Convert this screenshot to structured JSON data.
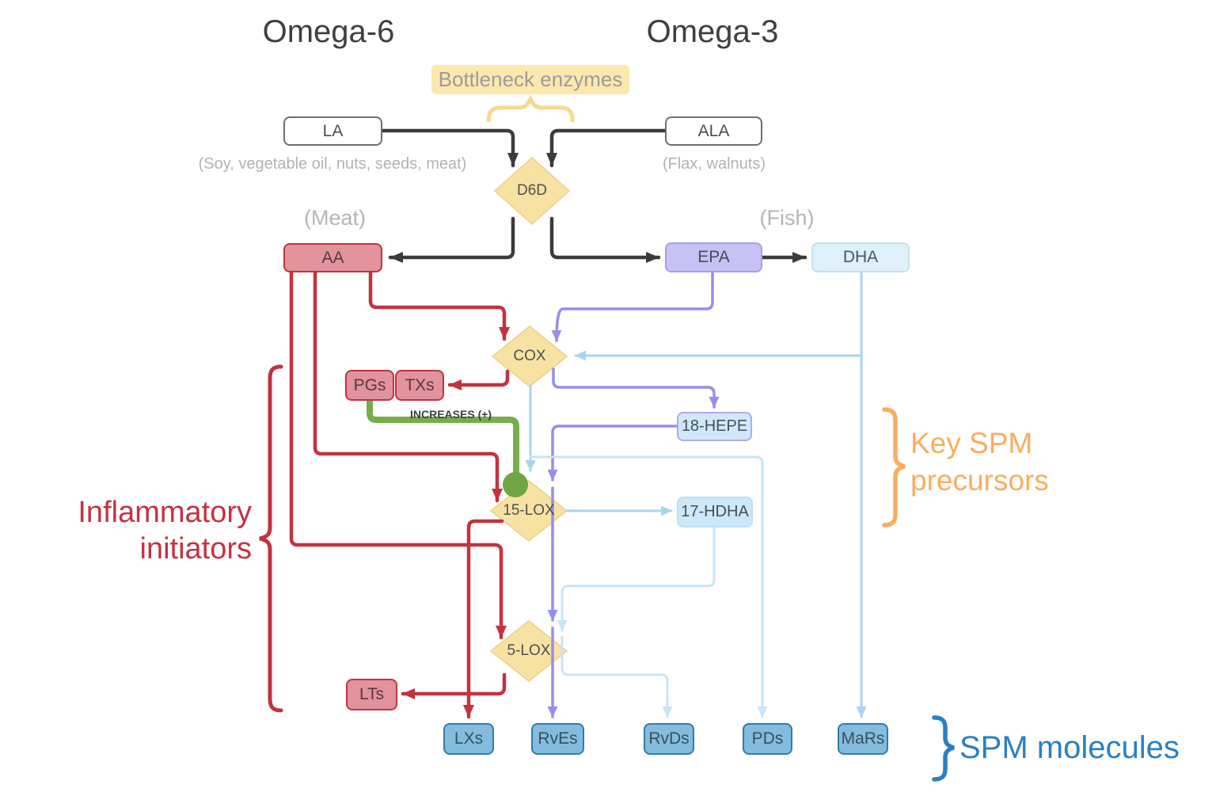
{
  "titles": {
    "left": "Omega-6",
    "right": "Omega-3"
  },
  "bottleneck_label": "Bottleneck enzymes",
  "captions": {
    "la_sources": "(Soy, vegetable oil, nuts, seeds, meat)",
    "ala_sources": "(Flax, walnuts)",
    "aa_source": "(Meat)",
    "epa_source": "(Fish)"
  },
  "nodes": {
    "la": "LA",
    "ala": "ALA",
    "d6d": "D6D",
    "aa": "AA",
    "epa": "EPA",
    "dha": "DHA",
    "cox": "COX",
    "pgs": "PGs",
    "txs": "TXs",
    "hepe18": "18-HEPE",
    "lox15": "15-LOX",
    "hdha17": "17-HDHA",
    "lox5": "5-LOX",
    "lts": "LTs",
    "lxs": "LXs",
    "rves": "RvEs",
    "rvds": "RvDs",
    "pds": "PDs",
    "mars": "MaRs"
  },
  "annotations": {
    "inflammatory_line1": "Inflammatory",
    "inflammatory_line2": "initiators",
    "key_spm_line1": "Key SPM",
    "key_spm_line2": "precursors",
    "spm_molecules": "SPM molecules",
    "increases": "INCREASES (+)"
  },
  "colors": {
    "black_line": "#3b3b3b",
    "red": "#c4323f",
    "red_fill": "#e2939b",
    "purple": "#988de9",
    "purple_fill": "#c8c1f5",
    "light_blue": "#a9d4f0",
    "pale_blue": "#c8e4f7",
    "spm_box_fill": "#84bcdd",
    "spm_box_border": "#2f7dad",
    "diamond_fill": "#f8e2a2",
    "green": "#77ad4a",
    "orange_label": "#f9ad60",
    "blue_label": "#2a80c2",
    "yellow_label_bg": "#fbe8ae",
    "gray_caption": "#b2b2b2"
  },
  "edges": [
    {
      "from": "LA",
      "to": "D6D",
      "color": "black"
    },
    {
      "from": "ALA",
      "to": "D6D",
      "color": "black"
    },
    {
      "from": "D6D",
      "to": "AA",
      "color": "black"
    },
    {
      "from": "D6D",
      "to": "EPA",
      "color": "black"
    },
    {
      "from": "EPA",
      "to": "DHA",
      "color": "black"
    },
    {
      "from": "AA",
      "to": "COX",
      "color": "red"
    },
    {
      "from": "COX",
      "to": "TXs",
      "color": "red"
    },
    {
      "from": "AA",
      "to": "15-LOX",
      "color": "red"
    },
    {
      "from": "AA",
      "to": "5-LOX",
      "color": "red"
    },
    {
      "from": "15-LOX",
      "to": "LXs",
      "color": "red"
    },
    {
      "from": "5-LOX",
      "to": "LTs",
      "color": "red"
    },
    {
      "from": "PGs",
      "to": "15-LOX",
      "color": "green",
      "label": "INCREASES (+)"
    },
    {
      "from": "EPA",
      "to": "COX",
      "color": "purple"
    },
    {
      "from": "COX",
      "to": "18-HEPE",
      "color": "purple"
    },
    {
      "from": "18-HEPE",
      "to": "15-LOX",
      "color": "purple"
    },
    {
      "from": "18-HEPE",
      "to": "5-LOX",
      "color": "purple"
    },
    {
      "from": "18-HEPE",
      "to": "RvEs",
      "color": "purple"
    },
    {
      "from": "DHA",
      "to": "MaRs",
      "color": "lightblue"
    },
    {
      "from": "DHA",
      "to": "COX",
      "color": "lightblue"
    },
    {
      "from": "COX",
      "to": "15-LOX",
      "color": "lightblue"
    },
    {
      "from": "COX",
      "to": "PDs",
      "color": "paleblue"
    },
    {
      "from": "15-LOX",
      "to": "17-HDHA",
      "color": "lightblue"
    },
    {
      "from": "17-HDHA",
      "to": "5-LOX",
      "color": "paleblue"
    },
    {
      "from": "17-HDHA",
      "to": "RvDs",
      "color": "paleblue"
    }
  ]
}
